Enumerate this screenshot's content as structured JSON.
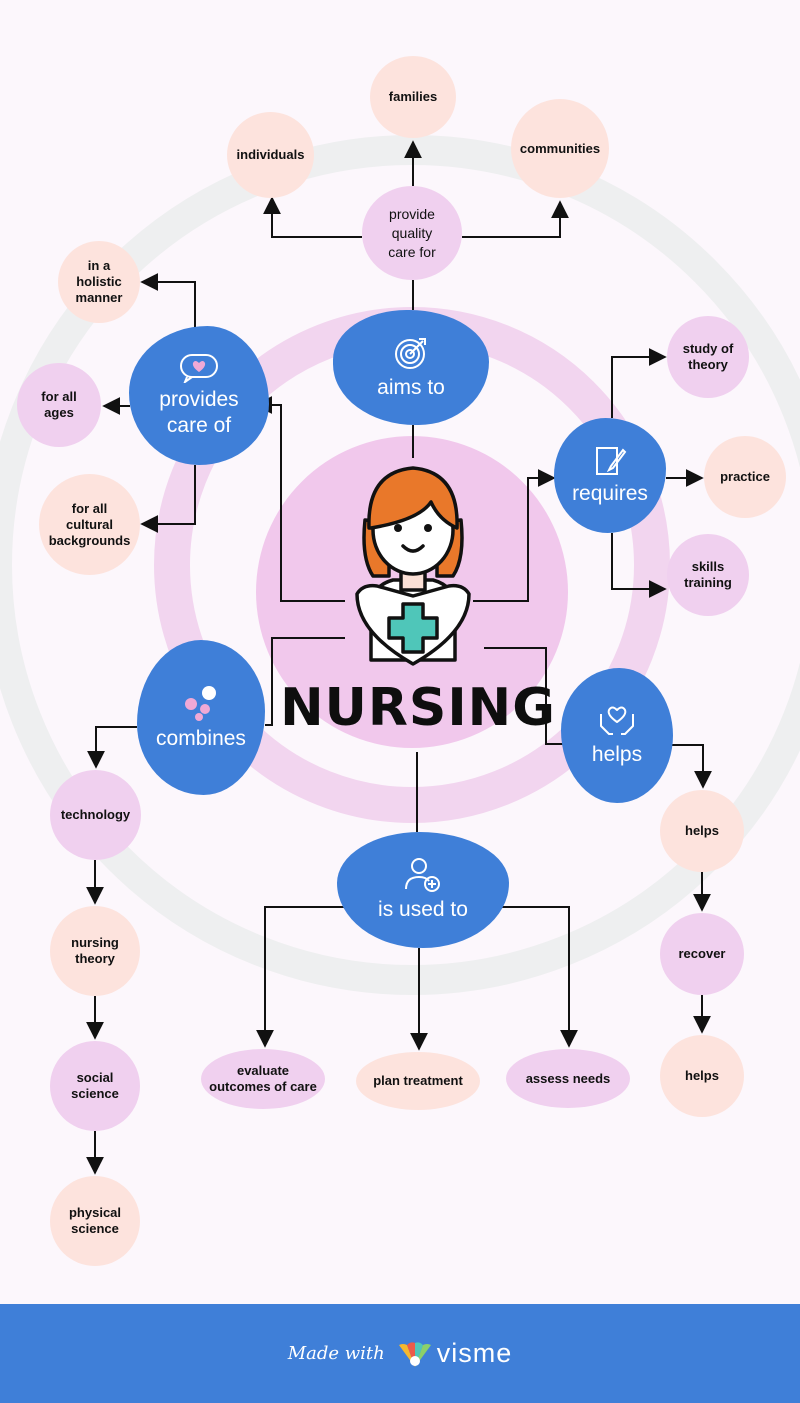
{
  "title": "NURSING",
  "colors": {
    "blue": "#3f7fd8",
    "peach": "#fde3dd",
    "lilac": "#f0d0ef",
    "ring_outer": "#eeeff0",
    "ring_inner": "#f2d5ef",
    "center": "#f1c8ec",
    "nurse_hair": "#e9782a",
    "cross": "#4fc6b9"
  },
  "hubs": {
    "aims_to": "aims to",
    "provides_care_of": "provides\ncare of",
    "requires": "requires",
    "combines": "combines",
    "helps": "helps",
    "is_used_to": "is used to"
  },
  "nodes": {
    "provide_quality_care_for": "provide\nquality\ncare for",
    "families": "families",
    "individuals": "individuals",
    "communities": "communities",
    "holistic": "in a\nholistic\nmanner",
    "all_ages": "for all\nages",
    "cultural": "for all\ncultural\nbackgrounds",
    "study_of_theory": "study of\ntheory",
    "practice": "practice",
    "skills_training": "skills\ntraining",
    "technology": "technology",
    "nursing_theory": "nursing\ntheory",
    "social_science": "social\nscience",
    "physical_science": "physical\nscience",
    "helps_1": "helps",
    "recover": "recover",
    "helps_2": "helps",
    "evaluate_outcomes": "evaluate\noutcomes of care",
    "plan_treatment": "plan treatment",
    "assess_needs": "assess needs"
  },
  "footer": {
    "made_with": "Made with",
    "brand": "visme"
  }
}
